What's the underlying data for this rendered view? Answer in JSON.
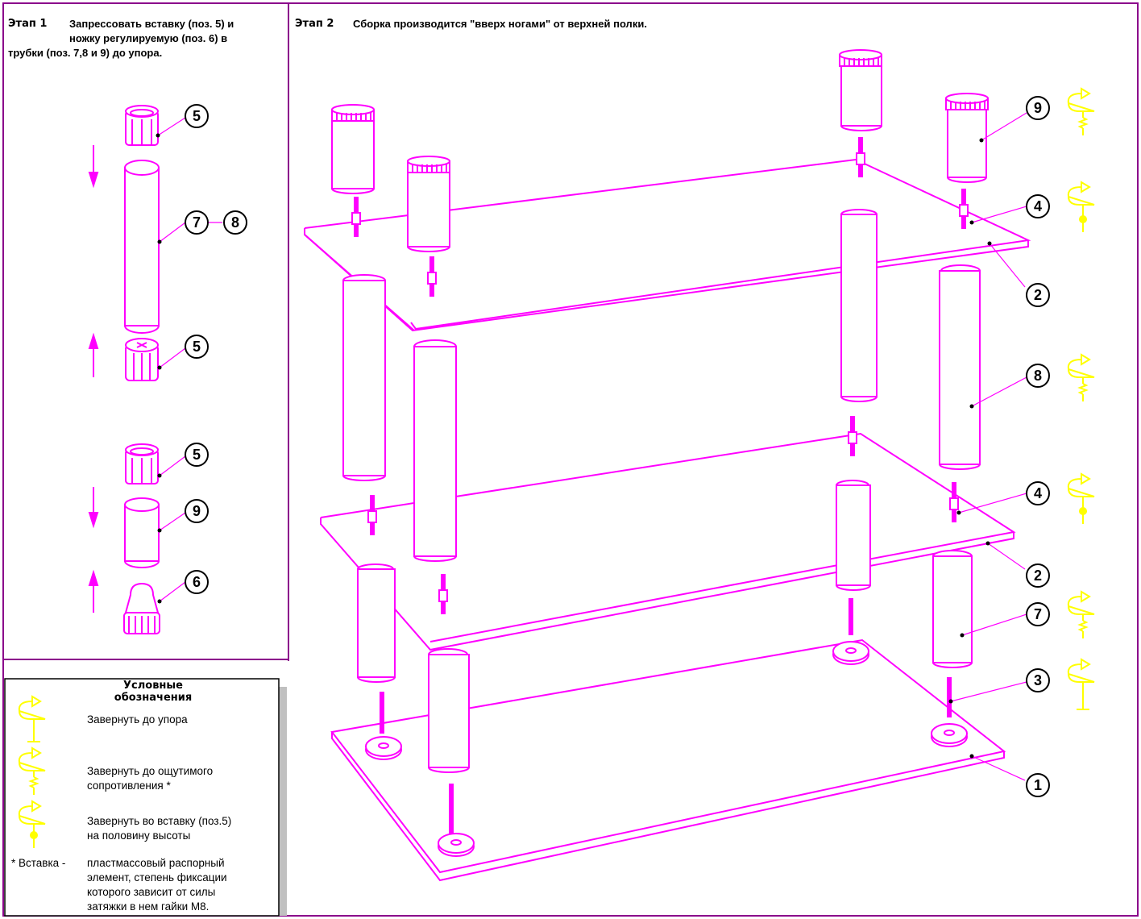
{
  "stage1": {
    "label": "Этап 1",
    "line1": "Запрессовать вставку (поз. 5) и",
    "line2": "ножку регулируемую (поз. 6) в",
    "line3": "трубки (поз. 7,8 и 9) до упора."
  },
  "stage2": {
    "label": "Этап 2",
    "text": "Сборка производится \"вверх ногами\" от верхней полки."
  },
  "legend": {
    "title_line1": "Условные",
    "title_line2": "обозначения",
    "item1": "Завернуть до упора",
    "item2_line1": "Завернуть до ощутимого",
    "item2_line2": "сопротивления *",
    "item3_line1": "Завернуть во вставку (поз.5)",
    "item3_line2": "на половину высоты",
    "note_prefix": "* Вставка -",
    "note_line1": "пластмассовый распорный",
    "note_line2": "элемент, степень фиксации",
    "note_line3": "которого зависит от силы",
    "note_line4": "затяжки в нем гайки М8."
  },
  "callouts_stage1": [
    "5",
    "7",
    "8",
    "5",
    "5",
    "9",
    "6"
  ],
  "callouts_stage2": [
    "9",
    "4",
    "2",
    "8",
    "4",
    "2",
    "7",
    "3",
    "1"
  ],
  "colors": {
    "lines": "#ff00ff",
    "symbols": "#ffff00",
    "frame": "#8b008b",
    "shadow": "#c0c0c0"
  }
}
